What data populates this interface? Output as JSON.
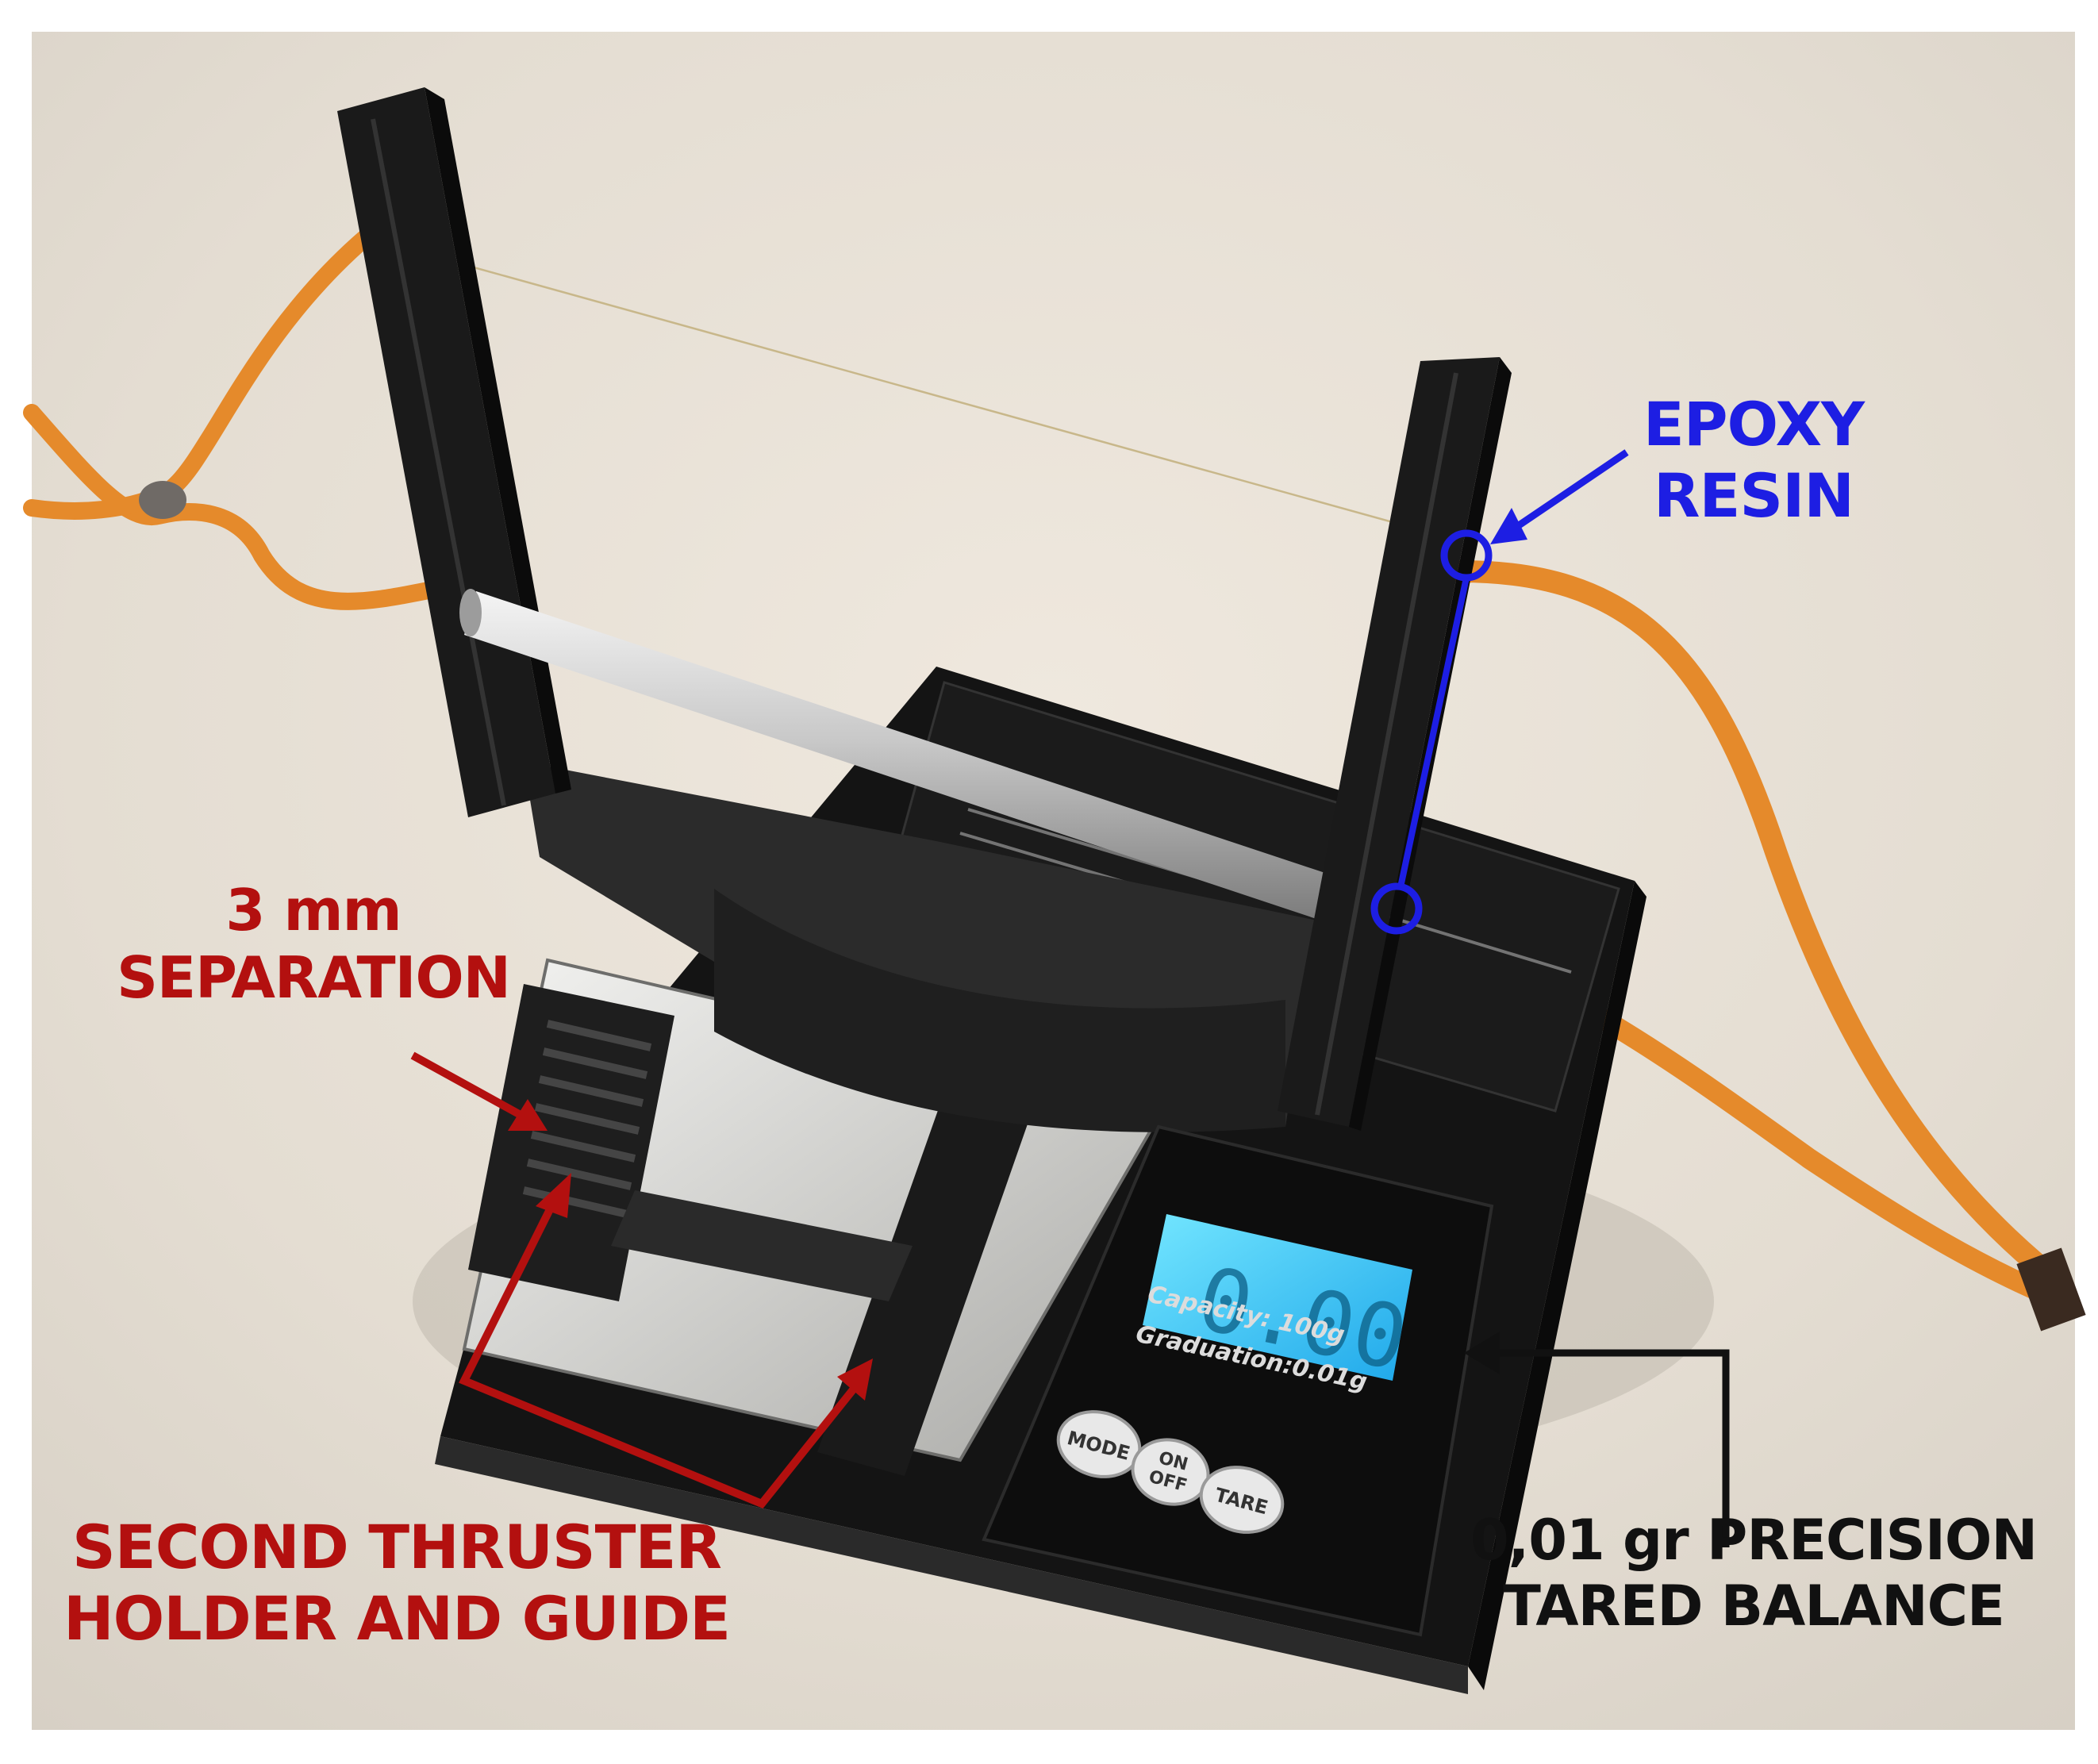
{
  "annotations": {
    "epoxy": {
      "line1": "EPOXY",
      "line2": "RESIN"
    },
    "separation": {
      "line1": "3 mm",
      "line2": "SEPARATION"
    },
    "holder": {
      "line1": "SECOND THRUSTER",
      "line2": "HOLDER AND GUIDE"
    },
    "balance": {
      "line1": "0,01 gr PRECISION",
      "line2": "TARED BALANCE"
    }
  },
  "scale": {
    "display_reading": "0.00",
    "capacity": "Capacity: 100g",
    "graduation": "Graduation:0.01g",
    "buttons": {
      "mode": "MODE",
      "on": "ON",
      "off": "OFF",
      "tare": "TARE"
    }
  },
  "colors": {
    "red_annotation": "#b3100f",
    "blue_annotation": "#1d1ee3",
    "black_annotation": "#111111",
    "wire": "#e58a2b",
    "lcd": "#2fd0ff"
  }
}
